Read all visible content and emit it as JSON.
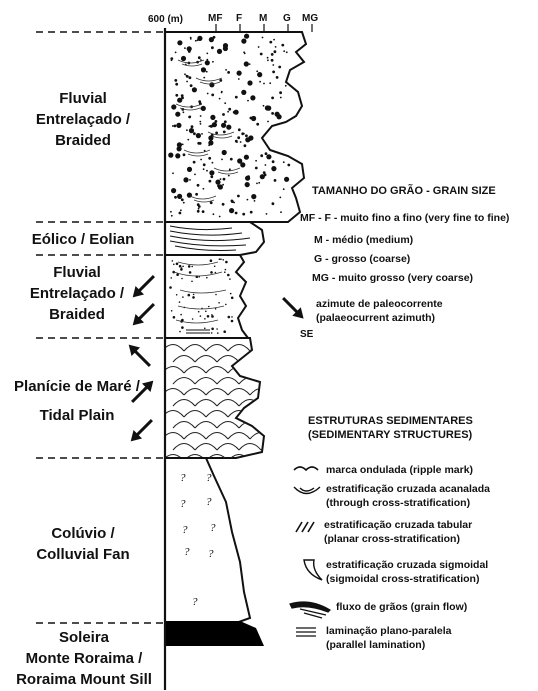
{
  "header": {
    "scale": "600 (m)",
    "grain_cols": [
      "MF",
      "F",
      "M",
      "G",
      "MG"
    ]
  },
  "environments": [
    {
      "id": "braided-top",
      "lines": [
        "Fluvial",
        "Entrelaçado /",
        "Braided"
      ]
    },
    {
      "id": "eolian",
      "lines": [
        "Eólico / Eolian"
      ]
    },
    {
      "id": "braided-mid",
      "lines": [
        "Fluvial",
        "Entrelaçado /",
        "Braided"
      ]
    },
    {
      "id": "tidal",
      "lines": [
        "Planície de Maré /",
        "Tidal Plain"
      ]
    },
    {
      "id": "colluvial",
      "lines": [
        "Colúvio /",
        "Colluvial Fan"
      ]
    },
    {
      "id": "sill",
      "lines": [
        "Soleira",
        "Monte Roraima /",
        "Roraima Mount Sill"
      ]
    }
  ],
  "grain_size_legend": {
    "title": "TAMANHO DO GRÃO - GRAIN SIZE",
    "items": [
      "MF - F - muito fino a fino (very fine to fine)",
      "M - médio (medium)",
      "G - grosso (coarse)",
      "MG - muito grosso (very coarse)"
    ]
  },
  "paleocurrent_legend": {
    "lines": [
      "azimute de paleocorrente",
      "(palaeocurrent azimuth)"
    ],
    "direction_label": "SE"
  },
  "structures_legend": {
    "title_lines": [
      "ESTRUTURAS SEDIMENTARES",
      "(SEDIMENTARY STRUCTURES)"
    ],
    "items": [
      {
        "icon": "ripple-mark-icon",
        "lines": [
          "marca ondulada (ripple mark)"
        ]
      },
      {
        "icon": "trough-cross-stratification-icon",
        "lines": [
          "estratificação cruzada acanalada",
          "(through cross-stratification)"
        ]
      },
      {
        "icon": "planar-cross-stratification-icon",
        "lines": [
          "estratificação cruzada tabular",
          "(planar cross-stratification)"
        ]
      },
      {
        "icon": "sigmoidal-cross-stratification-icon",
        "lines": [
          "estratificação cruzada sigmoidal",
          "(sigmoidal cross-stratification)"
        ]
      },
      {
        "icon": "grain-flow-icon",
        "lines": [
          "fluxo de grãos (grain flow)"
        ]
      },
      {
        "icon": "parallel-lamination-icon",
        "lines": [
          "laminação plano-paralela",
          "(parallel lamination)"
        ]
      }
    ]
  },
  "colluvial_marker": "?"
}
